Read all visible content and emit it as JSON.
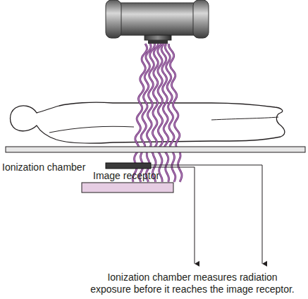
{
  "diagram": {
    "labels": [
      "Ionization chamber",
      "Image receptor",
      "Ionization chamber measures radiation exposure before it reaches the image receptor."
    ]
  }
}
